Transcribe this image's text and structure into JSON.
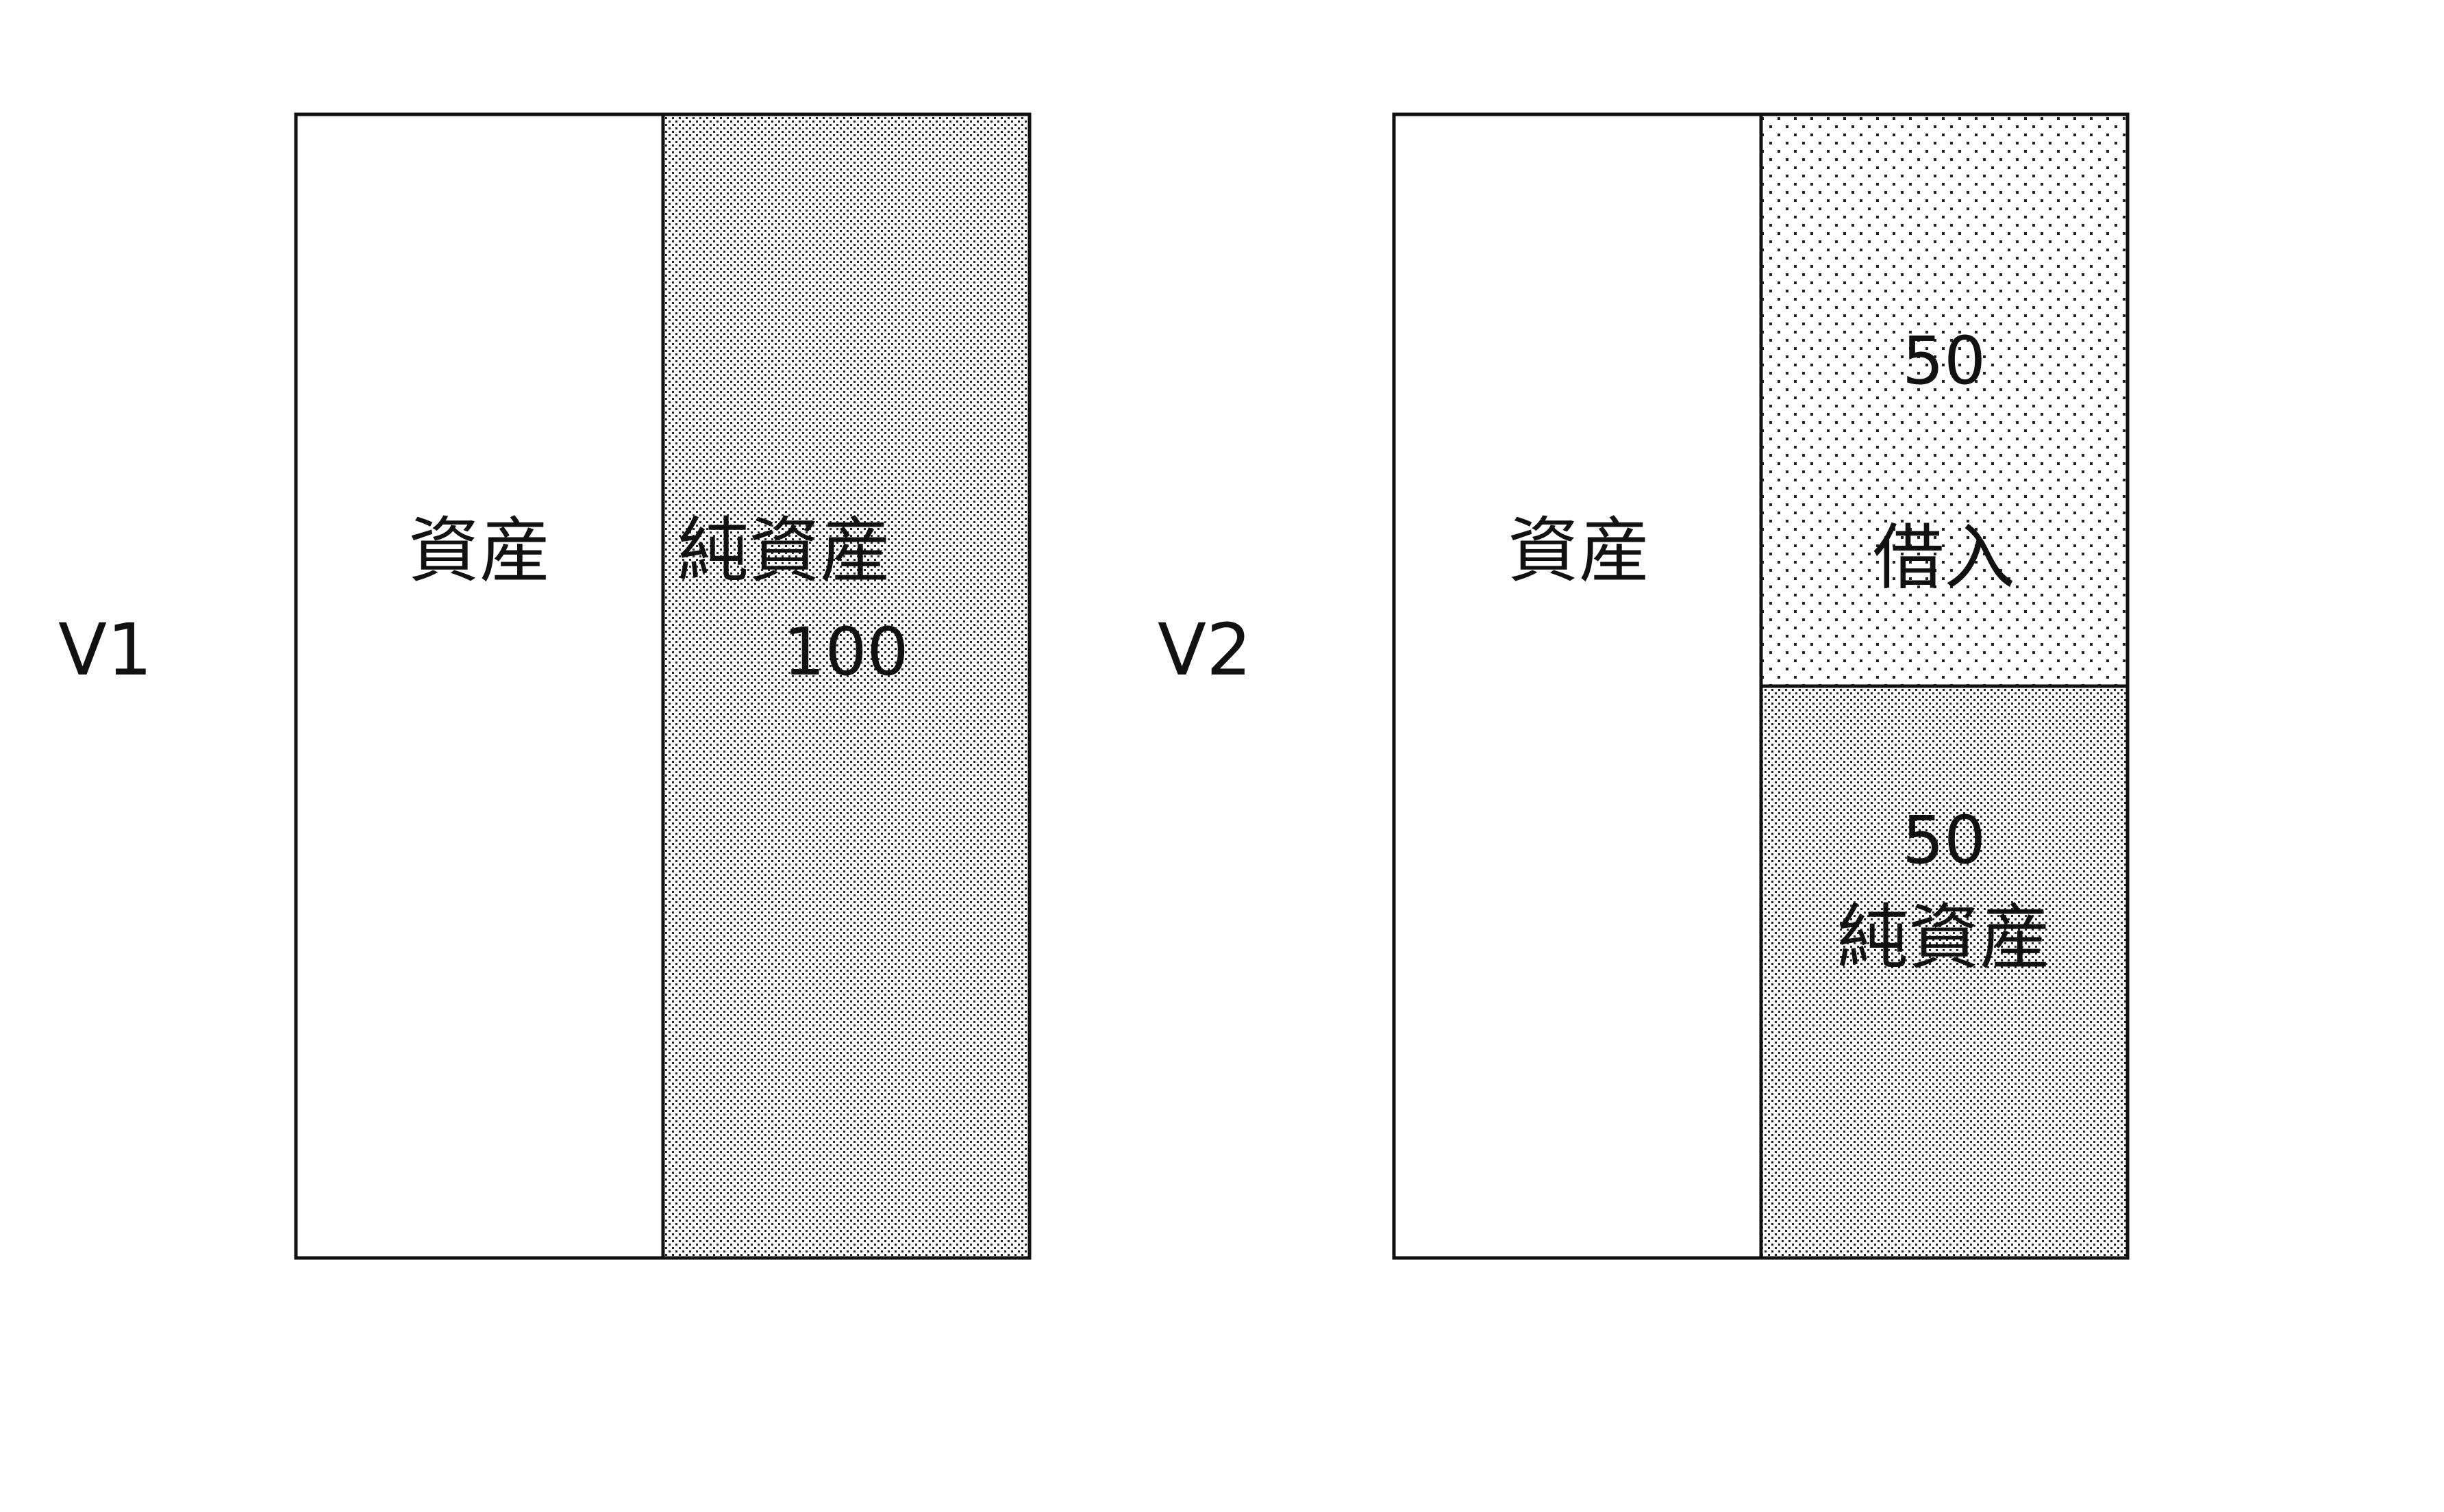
{
  "diagram": {
    "colors": {
      "stroke": "#111111",
      "background": "#ffffff",
      "dot": "#222222"
    },
    "v1": {
      "label": "V1",
      "assets_label": "資産",
      "net_assets_label": "純資産",
      "net_assets_value": "100"
    },
    "v2": {
      "label": "V2",
      "assets_label": "資産",
      "debt_value": "50",
      "debt_label": "借入",
      "net_assets_value": "50",
      "net_assets_label": "純資産"
    }
  }
}
